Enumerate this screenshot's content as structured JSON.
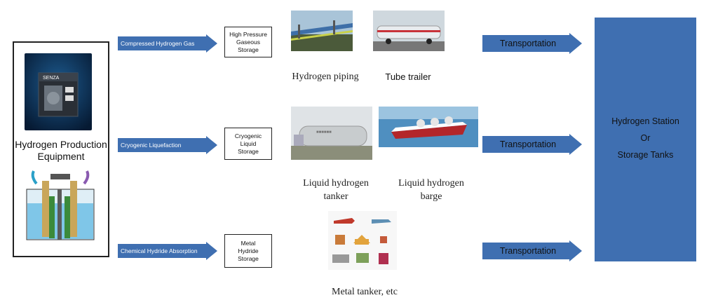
{
  "equipment": {
    "label": "Hydrogen Production\nEquipment",
    "device_brand": "SENZA"
  },
  "routes": [
    {
      "process": "Compressed Hydrogen Gas",
      "storage": "High Pressure\nGaseous\nStorage"
    },
    {
      "process": "Cryogenic Liquefaction",
      "storage": "Cryogenic\nLiquid\nStorage"
    },
    {
      "process": "Chemical Hydride Absorption",
      "storage": "Metal\nHydride\nStorage"
    }
  ],
  "captions": {
    "piping": "Hydrogen piping",
    "tube_trailer": "Tube trailer",
    "lh_tanker": "Liquid hydrogen\ntanker",
    "lh_barge": "Liquid hydrogen\nbarge",
    "metal_tanker": "Metal tanker, etc"
  },
  "transport_label": "Transportation",
  "destination": {
    "line1": "Hydrogen Station",
    "line2": "Or",
    "line3": "Storage Tanks"
  },
  "colors": {
    "arrow_blue": "#3f6fb1",
    "station_blue": "#3f6fb1"
  }
}
